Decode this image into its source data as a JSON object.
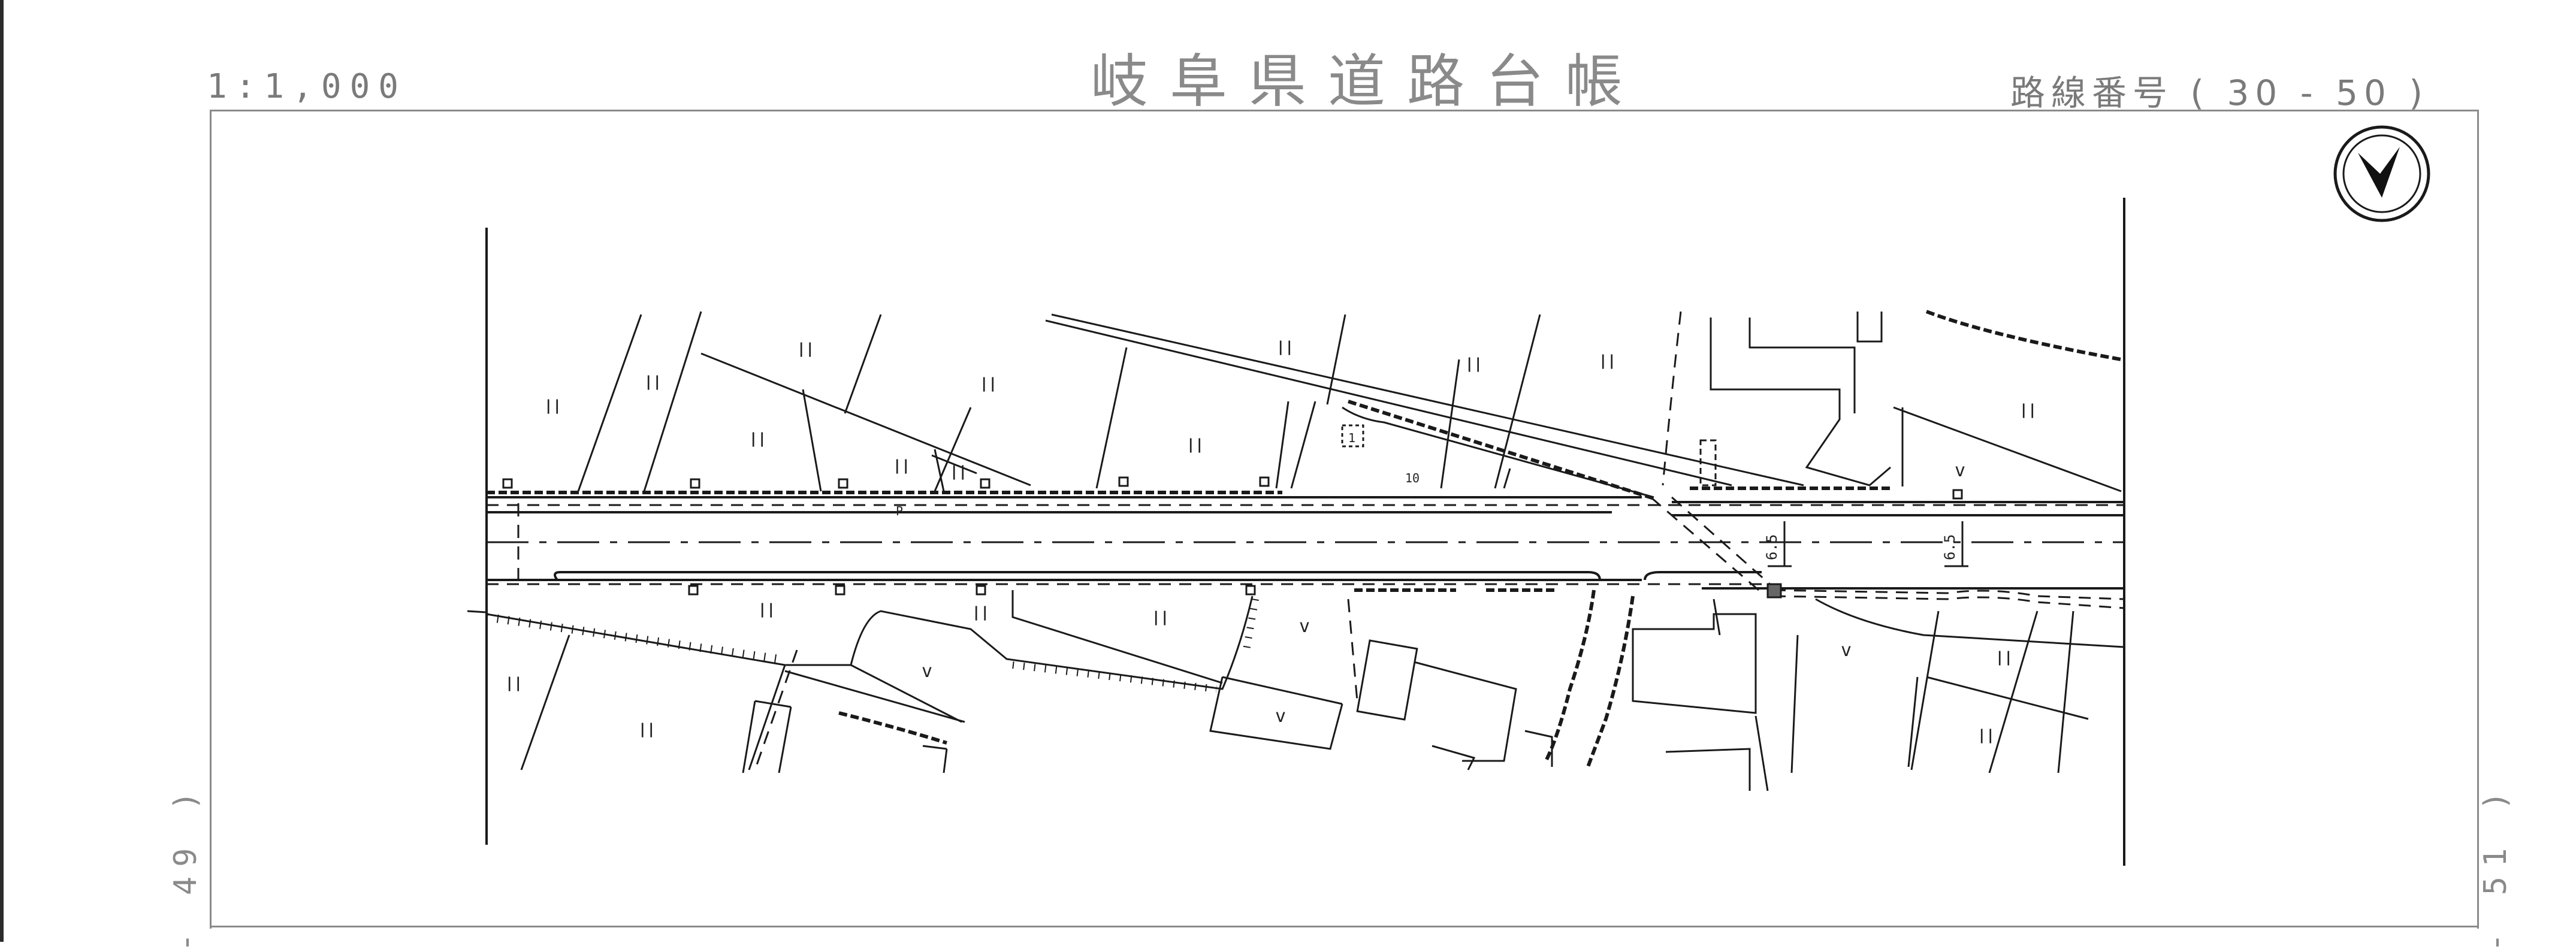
{
  "header": {
    "scale": "1:1,000",
    "title": "岐阜県道路台帳",
    "route_number": "路線番号 ( 30 - 50 )"
  },
  "sheet_refs": {
    "previous": "- 49 )",
    "next": "- 51 )"
  },
  "map": {
    "north_arrow_icon": "north-arrow-icon",
    "road_widths": [
      "6.5",
      "6.5"
    ],
    "parcel_marks": [
      "||",
      "||",
      "||",
      "||",
      "||",
      "||",
      "||",
      "||",
      "||",
      "||",
      "||",
      "||",
      "||",
      "||",
      "||",
      "||",
      "||",
      "||",
      "||"
    ],
    "field_marks": [
      "v",
      "v",
      "v",
      "v",
      "v"
    ],
    "small_labels": [
      "P",
      "1",
      "10"
    ],
    "line_color": "#1a1a1a",
    "frame_color": "#8a8a8a"
  }
}
